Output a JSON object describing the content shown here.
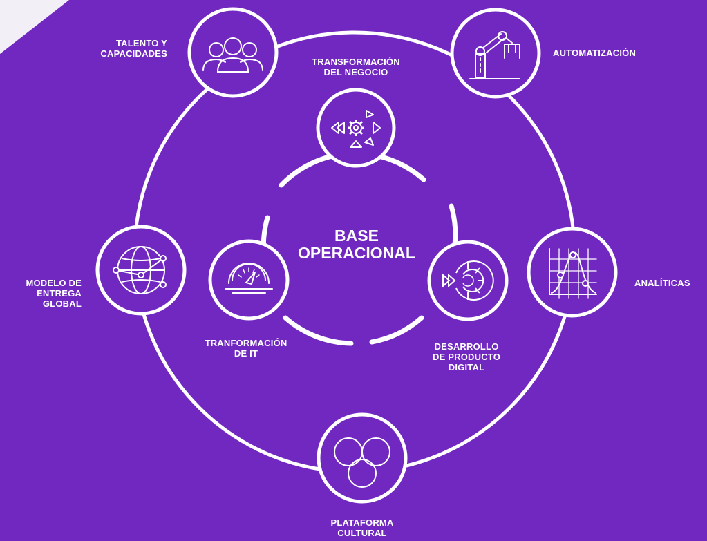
{
  "center": {
    "title": "BASE\nOPERACIONAL"
  },
  "inner_nodes": {
    "business": {
      "label": "TRANSFORMACIÓN\nDEL NEGOCIO",
      "icon": "gear-arrows-icon"
    },
    "it": {
      "label": "TRANFORMACIÓN\nDE IT",
      "icon": "speedometer-gear-icon"
    },
    "product": {
      "label": "DESARROLLO\nDE PRODUCTO\nDIGITAL",
      "icon": "fast-forward-cycle-icon"
    }
  },
  "outer_nodes": {
    "talent": {
      "label": "TALENTO Y\nCAPACIDADES",
      "icon": "people-icon"
    },
    "automation": {
      "label": "AUTOMATIZACIÓN",
      "icon": "robotic-arm-icon"
    },
    "analytics": {
      "label": "ANALÍTICAS",
      "icon": "bell-curve-chart-icon"
    },
    "culture": {
      "label": "PLATAFORMA\nCULTURAL",
      "icon": "trefoil-loops-icon"
    },
    "global": {
      "label": "MODELO DE\nENTREGA\nGLOBAL",
      "icon": "globe-network-icon"
    }
  },
  "colors": {
    "background": "#7128c1",
    "corner": "#f2eff7",
    "foreground": "#ffffff"
  }
}
